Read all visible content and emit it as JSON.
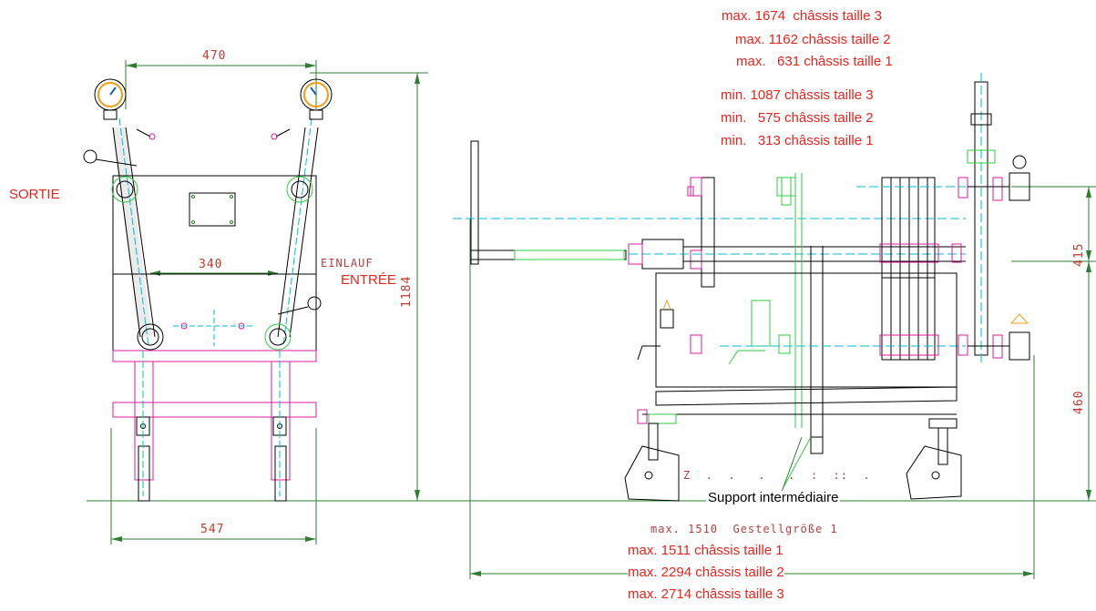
{
  "labels": {
    "sortie": "SORTIE",
    "entree": "ENTRÉE",
    "einlauf": "EINLAUF",
    "support": "Support intermédiaire",
    "zwischen": "Z  .  .   .   .  :  ::  .",
    "gestell": "max. 1510  Gestellgröße 1"
  },
  "top_max": [
    "max. 1674  châssis taille 3",
    "max. 1162 châssis taille 2",
    "max.   631 châssis taille 1"
  ],
  "top_min": [
    "min. 1087 châssis taille 3",
    "min.   575 châssis taille 2",
    "min.   313 châssis taille 1"
  ],
  "bottom_max": [
    "max. 1511 châssis taille 1",
    "max. 2294 châssis taille 2",
    "max. 2714 châssis taille 3"
  ],
  "dims": {
    "d470": "470",
    "d340": "340",
    "d547": "547",
    "d1184": "1184",
    "d415": "415",
    "d460": "460"
  },
  "colors": {
    "red_text": "#e8241c",
    "outline": "#000000",
    "dimension_line": "#2e7d32",
    "centerline": "#00bcd4",
    "magenta": "#d81b9d",
    "green": "#2ecc40",
    "gauge_orange": "#f39c12",
    "gauge_needle": "#1565c0"
  }
}
